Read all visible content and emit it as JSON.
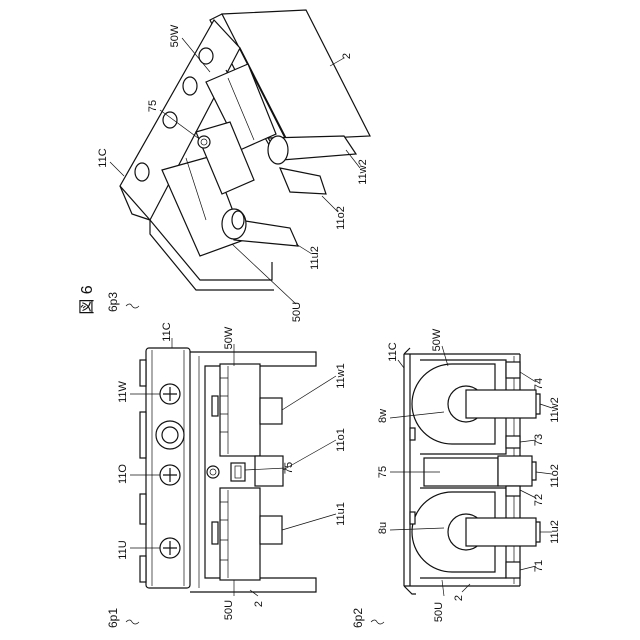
{
  "figure": {
    "title": "図 6"
  },
  "views": {
    "p1": {
      "name": "6p1"
    },
    "p2": {
      "name": "6p2"
    },
    "p3": {
      "name": "6p3"
    }
  },
  "labels": {
    "l11C": "11C",
    "l11W": "11W",
    "l11O": "11O",
    "l11U": "11U",
    "l50W": "50W",
    "l50U": "50U",
    "l2": "2",
    "l11w1": "11w1",
    "l11o1": "11o1",
    "l11u1": "11u1",
    "l75": "75",
    "l8w": "8w",
    "l8u": "8u",
    "l71": "71",
    "l72": "72",
    "l73": "73",
    "l74": "74",
    "l11w2": "11w2",
    "l11o2": "11o2",
    "l11u2": "11u2"
  }
}
